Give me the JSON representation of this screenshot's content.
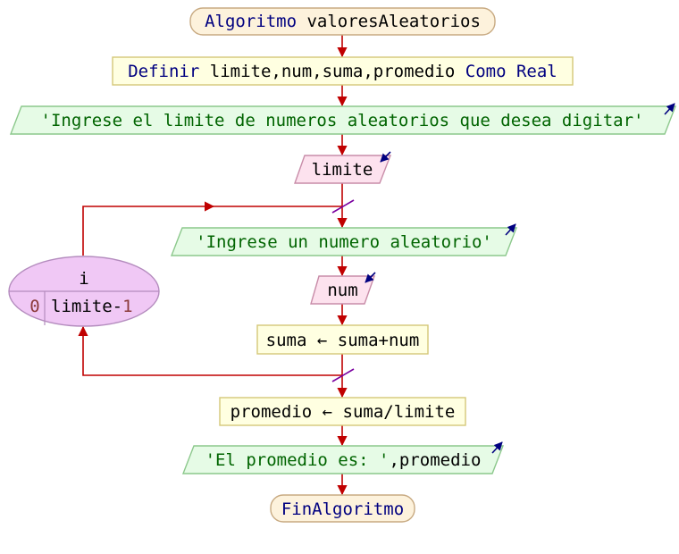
{
  "algorithm": {
    "start_keyword": "Algoritmo",
    "name": "valoresAleatorios",
    "end_keyword": "FinAlgoritmo"
  },
  "definition": {
    "keyword": "Definir",
    "variables": "limite,num,suma,promedio",
    "type_keyword": "Como",
    "type": "Real"
  },
  "output_1": "'Ingrese el limite de numeros aleatorios que desea digitar'",
  "input_1": "limite",
  "loop": {
    "variable": "i",
    "start": "0",
    "end_var": "limite",
    "end_op": "-",
    "end_num": "1",
    "body": {
      "output": "'Ingrese un numero aleatorio'",
      "input": "num",
      "assign": {
        "target": "suma",
        "arrow": "←",
        "expression": "suma+num"
      }
    }
  },
  "assign_2": {
    "target": "promedio",
    "arrow": "←",
    "expression": "suma/limite"
  },
  "output_2": {
    "string": "'El promedio es: '",
    "rest": ",promedio"
  },
  "colors": {
    "flow_line": "#c00000",
    "terminal_fill": "#fdf2dc",
    "terminal_stroke": "#c8aa82",
    "process_fill": "#ffffe1",
    "process_stroke": "#d4c878",
    "output_fill": "#e6fbe6",
    "output_stroke": "#8cc88c",
    "input_fill": "#fde2ee",
    "input_stroke": "#c88ca8",
    "loop_fill": "#f0c8f5",
    "loop_stroke": "#b48cbe",
    "keyword": "#000080",
    "string": "#006400",
    "number": "#8b3a3a",
    "io_arrow": "#000080",
    "loop_mark": "#7a00a0"
  }
}
